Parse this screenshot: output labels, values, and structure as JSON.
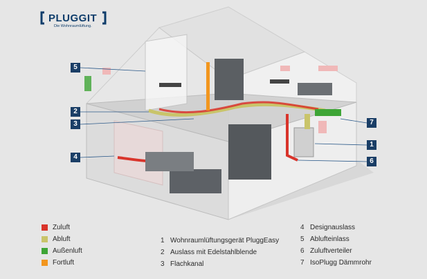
{
  "brand": {
    "name": "PLUGGIT",
    "tagline": "Die Wohnraumlüftung."
  },
  "callouts": [
    {
      "id": "c5",
      "text": "5"
    },
    {
      "id": "c2",
      "text": "2"
    },
    {
      "id": "c3",
      "text": "3"
    },
    {
      "id": "c4",
      "text": "4"
    },
    {
      "id": "c7",
      "text": "7"
    },
    {
      "id": "c1",
      "text": "1"
    },
    {
      "id": "c6",
      "text": "6"
    }
  ],
  "air_legend": [
    {
      "label": "Zuluft",
      "color": "#d9342b"
    },
    {
      "label": "Abluft",
      "color": "#c9c46a"
    },
    {
      "label": "Außenluft",
      "color": "#3ea536"
    },
    {
      "label": "Fortluft",
      "color": "#f2961e"
    }
  ],
  "component_legend_a": [
    {
      "num": "1",
      "text": "Wohnraumlüftungsgerät PluggEasy"
    },
    {
      "num": "2",
      "text": "Auslass mit Edelstahlblende"
    },
    {
      "num": "3",
      "text": "Flachkanal"
    }
  ],
  "component_legend_b": [
    {
      "num": "4",
      "text": "Designauslass"
    },
    {
      "num": "5",
      "text": "Ablufteinlass"
    },
    {
      "num": "6",
      "text": "Zuluftverteiler"
    },
    {
      "num": "7",
      "text": "IsoPlugg Dämmrohr"
    }
  ]
}
